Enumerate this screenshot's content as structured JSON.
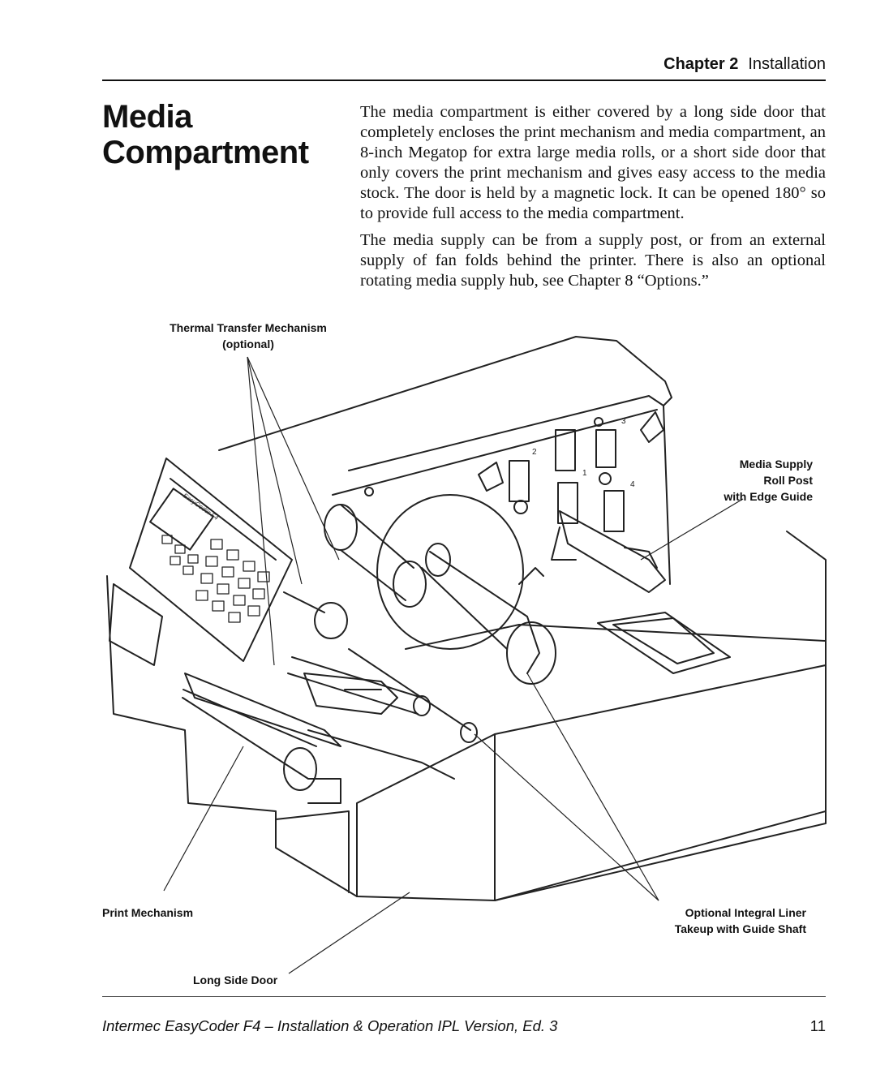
{
  "header": {
    "chapter_label": "Chapter 2",
    "section": "Installation"
  },
  "title": {
    "line1": "Media",
    "line2": "Compartment"
  },
  "body": {
    "paragraphs": [
      "The media compartment is either covered by a long side door that completely encloses the print mechanism and media compartment, an 8-inch Megatop for extra large media rolls, or a short side door that only covers the print mechanism and gives easy access to the media stock. The door is held by a magnetic lock. It can be opened 180° so to provide full access to the media compartment.",
      "The media supply can be from a supply post, or from an external supply of fan folds behind the printer. There is also an optional rotating media supply hub, see Chapter 8 “Options.”"
    ]
  },
  "figure": {
    "callouts": {
      "thermal_transfer": {
        "line1": "Thermal Transfer Mechanism",
        "line2": "(optional)"
      },
      "media_supply": {
        "line1": "Media Supply",
        "line2": "Roll Post",
        "line3": "with Edge Guide"
      },
      "print_mechanism": "Print Mechanism",
      "liner_takeup": {
        "line1": "Optional Integral Liner",
        "line2": "Takeup with Guide Shaft"
      },
      "long_side_door": "Long Side Door"
    },
    "part_numbers": [
      "1",
      "2",
      "3",
      "4"
    ],
    "device_label": "EasyCoder F4"
  },
  "footer": {
    "title": "Intermec EasyCoder F4 – Installation & Operation IPL Version, Ed. 3",
    "page": "11"
  }
}
